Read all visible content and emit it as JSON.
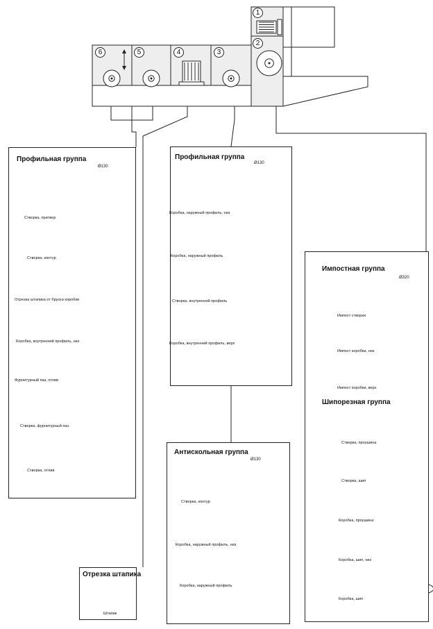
{
  "machine": {
    "stations": [
      "1",
      "2",
      "3",
      "4",
      "5",
      "6"
    ]
  },
  "groups": [
    {
      "id": "profile-left",
      "title": "Профильная группа",
      "diameter": "Ø130",
      "items": [
        "Створка, притвор",
        "Створка, контур",
        "Отрезка штапика от бруска коробки",
        "Коробка, внутренний профиль, низ",
        "Фурнитурный паз, отлив",
        "Створка, фурнитурный паз",
        "Створка, отлив"
      ]
    },
    {
      "id": "profile-center",
      "title": "Профильная группа",
      "diameter": "Ø130",
      "items": [
        "Коробка, наружный профиль, низ",
        "Коробка, наружный профиль",
        "Створка, внутренний профиль",
        "Коробка, внутренний профиль, верх"
      ]
    },
    {
      "id": "impost",
      "title": "Импостная группа",
      "diameter": "Ø320",
      "items": [
        "Импост створки",
        "Импост коробки, низ",
        "Импост коробки, верх"
      ]
    },
    {
      "id": "tenon",
      "title": "Шипорезная группа",
      "items": [
        "Створка, проушина",
        "Створка, шип",
        "Коробка, проушина",
        "Коробка, шип, низ",
        "Коробка, шип"
      ]
    },
    {
      "id": "anti-chip",
      "title": "Антискольная группа",
      "diameter": "Ø130",
      "items": [
        "Створка, контур",
        "Коробка, наружный профиль, низ",
        "Коробка, наружный профиль"
      ]
    },
    {
      "id": "bead-cut",
      "title": "Отрезка штапика",
      "items": [
        "Штапик"
      ]
    }
  ],
  "colors": {
    "wood": "#f2d9bf",
    "wood_edge": "#a8734a",
    "wood_dark": "#c8935f",
    "machine_fill": "#eeeeee",
    "line": "#222222"
  }
}
